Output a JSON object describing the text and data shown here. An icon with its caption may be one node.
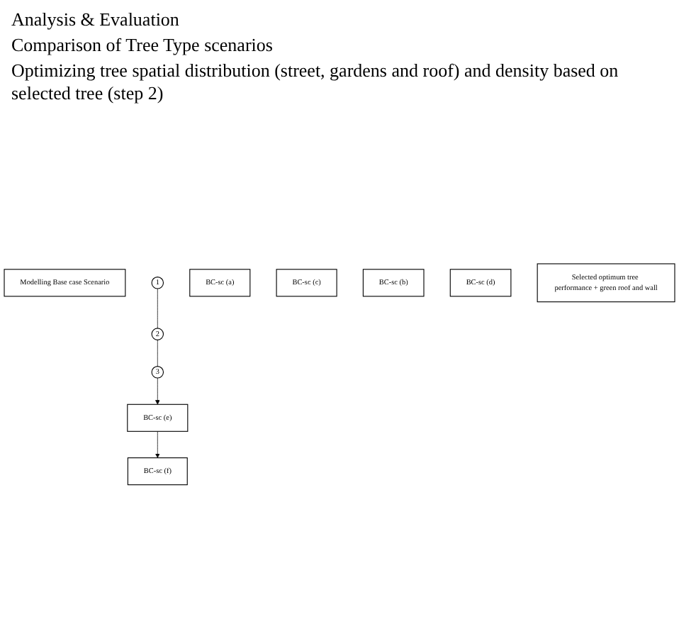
{
  "diagram": {
    "nodes": [
      {
        "text": [
          "Modelling Base case Scenario"
        ]
      },
      {
        "text": [
          "1"
        ]
      },
      {
        "text": [
          "BC-sc (a)"
        ]
      },
      {
        "text": [
          "BC-sc (c)"
        ]
      },
      {
        "text": [
          "BC-sc (b)"
        ]
      },
      {
        "text": [
          "BC-sc (d)"
        ]
      },
      {
        "text": [
          "2"
        ]
      },
      {
        "text": [
          "3"
        ]
      },
      {
        "text": [
          "Selected optimum tree performance + green roof and wall"
        ]
      },
      {
        "text": [
          "BC-sc (e)"
        ]
      },
      {
        "text": [
          "BC-sc (f)"
        ]
      }
    ],
    "edges": [
      {
        "from": 1,
        "to": 6,
        "arrow": "none"
      },
      {
        "from": 6,
        "to": 7,
        "arrow": "none"
      },
      {
        "from": 7,
        "to": 9,
        "arrow": "to"
      },
      {
        "from": 9,
        "to": 10,
        "arrow": "to"
      }
    ],
    "labels": [
      "Analysis & Evaluation",
      "Comparison of Tree Type scenarios",
      "Optimizing tree spatial distribution (street, gardens and roof) and density based on selected tree (step 2)"
    ]
  }
}
